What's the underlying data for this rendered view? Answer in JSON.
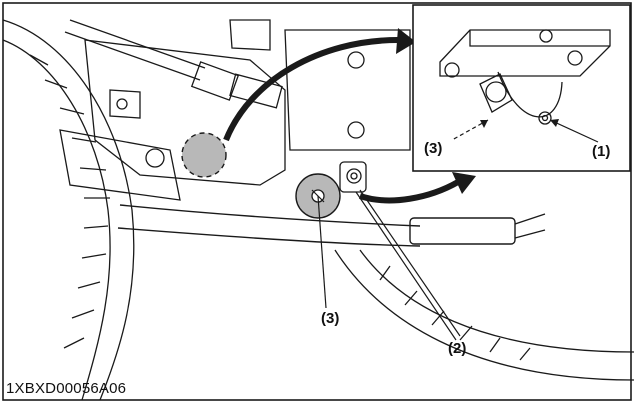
{
  "figure": {
    "callouts": {
      "inset_3": "(3)",
      "inset_1": "(1)",
      "main_3": "(3)",
      "main_2": "(2)"
    },
    "code": "1XBXD00056A06"
  },
  "colors": {
    "line": "#1a1a1a",
    "highlight_gray": "#b8b8b8",
    "background": "#ffffff"
  }
}
